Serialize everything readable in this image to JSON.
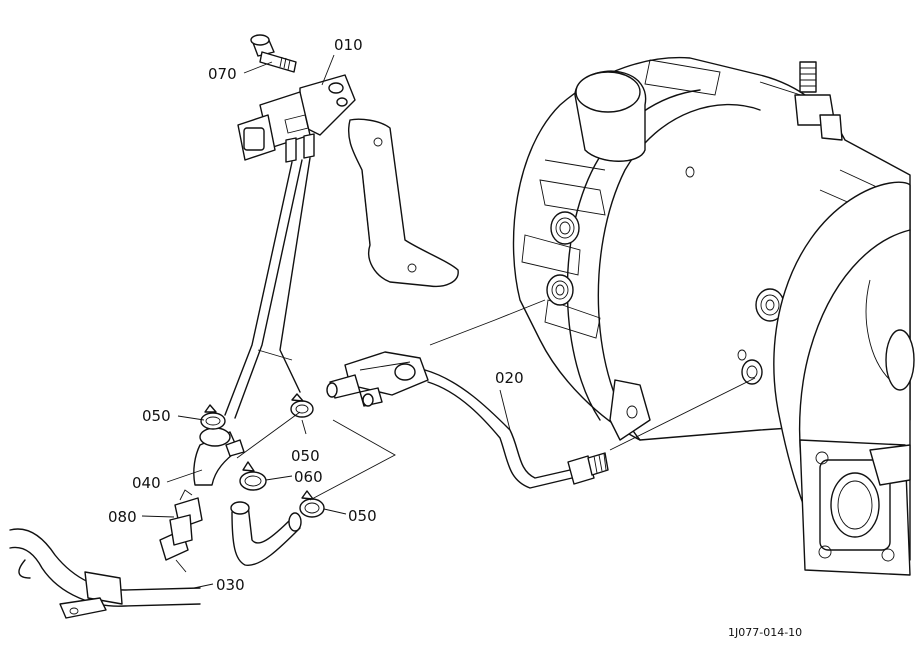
{
  "diagram": {
    "reference_code": "1J077-014-10",
    "callouts": [
      {
        "id": "c010",
        "label": "010"
      },
      {
        "id": "c070",
        "label": "070"
      },
      {
        "id": "c020",
        "label": "020"
      },
      {
        "id": "c050a",
        "label": "050"
      },
      {
        "id": "c050b",
        "label": "050"
      },
      {
        "id": "c040",
        "label": "040"
      },
      {
        "id": "c060",
        "label": "060"
      },
      {
        "id": "c080",
        "label": "080"
      },
      {
        "id": "c050c",
        "label": "050"
      },
      {
        "id": "c030",
        "label": "030"
      }
    ]
  }
}
